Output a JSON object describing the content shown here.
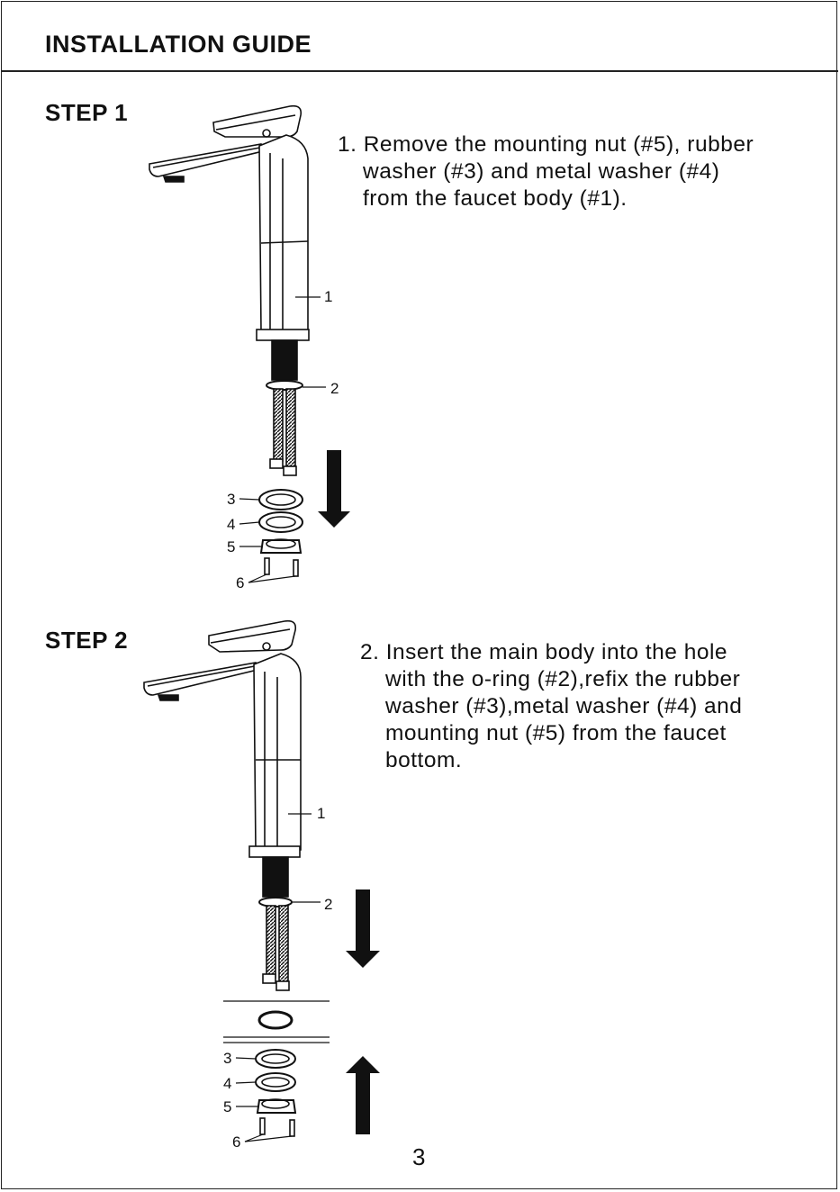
{
  "header": {
    "title": "INSTALLATION GUIDE"
  },
  "steps": [
    {
      "heading": "STEP 1",
      "instruction_lines": [
        "1. Remove the mounting nut (#5), rubber",
        "washer (#3) and metal washer (#4)",
        "from the faucet body (#1)."
      ],
      "callouts": [
        "1",
        "2",
        "3",
        "4",
        "5",
        "6"
      ]
    },
    {
      "heading": "STEP 2",
      "instruction_lines": [
        "2. Insert the main body into the hole",
        "with the o-ring (#2),refix the rubber",
        "washer (#3),metal washer (#4) and",
        "mounting nut (#5) from the faucet",
        "bottom."
      ],
      "callouts": [
        "1",
        "2",
        "3",
        "4",
        "5",
        "6"
      ]
    }
  ],
  "footer": {
    "page_number": "3"
  },
  "icons": {
    "step1_arrow": "arrow-down-icon",
    "step2_arrow_down": "arrow-down-icon",
    "step2_arrow_up": "arrow-up-icon"
  },
  "colors": {
    "ink": "#111111",
    "background": "#ffffff"
  }
}
